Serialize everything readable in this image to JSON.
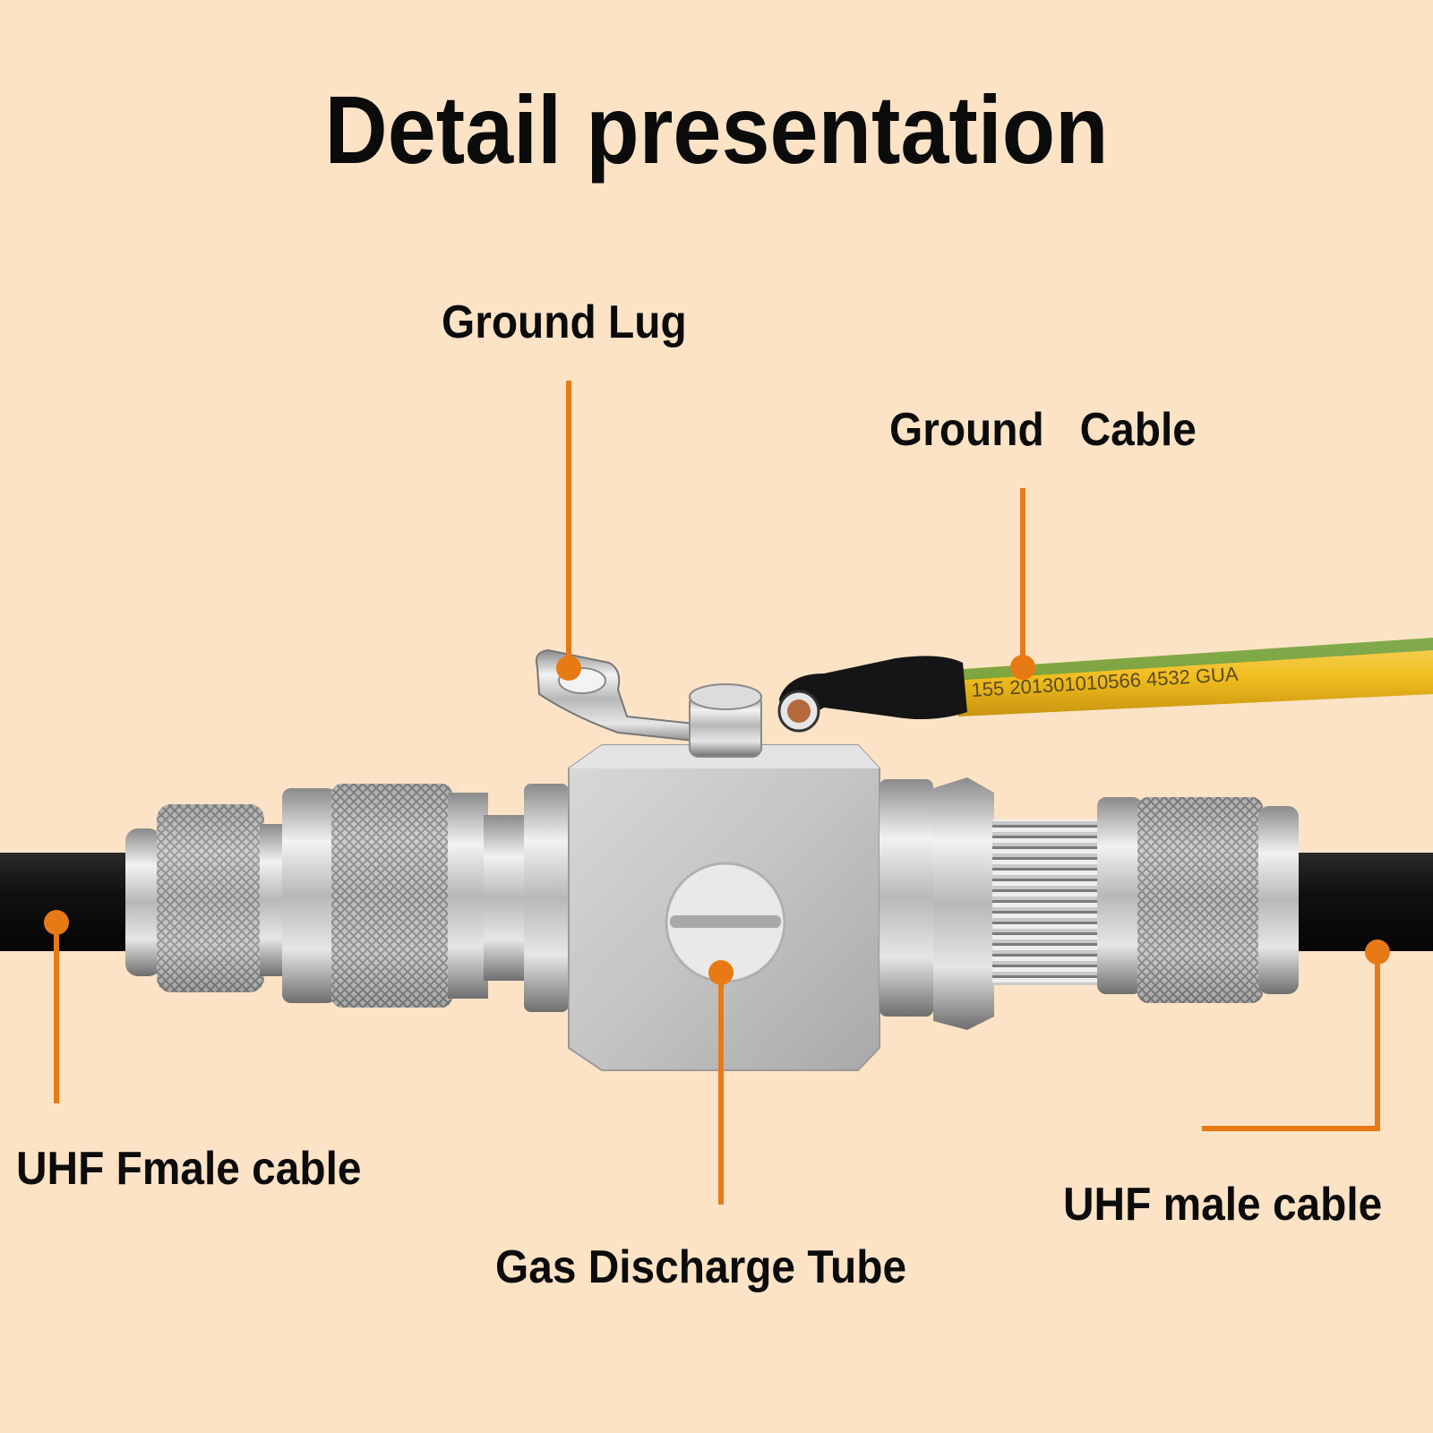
{
  "title": "Detail presentation",
  "labels": {
    "ground_lug": "Ground Lug",
    "ground_cable": "Ground   Cable",
    "uhf_female": "UHF Fmale cable",
    "gas_tube": "Gas Discharge Tube",
    "uhf_male": "UHF male cable"
  },
  "cable_print": "155  201301010566 4532  GUA",
  "colors": {
    "background": "#fde3c6",
    "accent": "#e87a16",
    "text": "#0b0b0b"
  }
}
